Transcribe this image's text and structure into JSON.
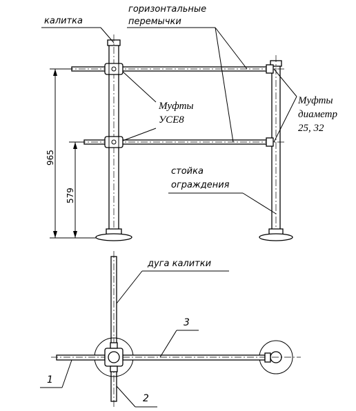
{
  "labels": {
    "gate": "калитка",
    "horizontal_bars_line1": "горизонтальные",
    "horizontal_bars_line2": "перемычки",
    "couplings_uce_line1": "Муфты",
    "couplings_uce_line2": "УСЕ8",
    "couplings_diam_line1": "Муфты",
    "couplings_diam_line2": "диаметр",
    "couplings_diam_line3": "25, 32",
    "post_line1": "стойка",
    "post_line2": "ограждения",
    "gate_arc": "дуга калитки"
  },
  "dimensions": {
    "total_height": "965",
    "mid_height": "579"
  },
  "callouts": {
    "item1": "1",
    "item2": "2",
    "item3": "3"
  }
}
